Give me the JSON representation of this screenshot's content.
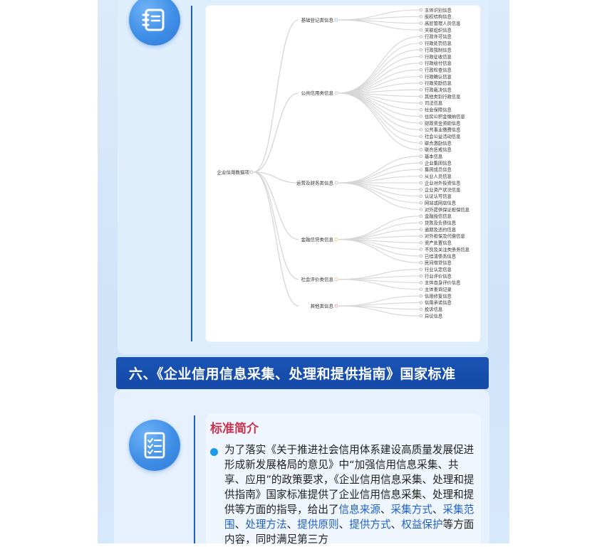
{
  "mindmap": {
    "root": "企业信用数据项",
    "branches": [
      {
        "label": "基础登记类信息",
        "items": [
          "主体识别信息",
          "股权结构信息",
          "高层管理人员信息",
          "关联组织信息"
        ]
      },
      {
        "label": "公共信用类信息",
        "items": [
          "行政许可信息",
          "行政处罚信息",
          "行政强制信息",
          "行政征收信息",
          "行政给付信息",
          "行政检查信息",
          "行政确认信息",
          "行政奖励信息",
          "行政裁决信息",
          "其他类别行政信息",
          "司法信息",
          "社会保障信息",
          "住房公积金缴纳信息",
          "财政资金资助信息",
          "公共事业缴费信息",
          "社会公益活动信息",
          "联合激励信息",
          "联合惩戒信息"
        ]
      },
      {
        "label": "运营及财务类信息",
        "items": [
          "基本信息",
          "企业集团信息",
          "集团成员信息",
          "从业人员信息",
          "企业对外投资信息",
          "企业资产状况信息",
          "认证认可信息",
          "网站或网店信息",
          "对外提供保证担保信息"
        ]
      },
      {
        "label": "金融信贷类信息",
        "items": [
          "金融授信信息",
          "贷款及负债信息",
          "逾期及违约信息",
          "对外担保及代偿信息",
          "资产处置信息",
          "不良及关注类债务信息",
          "已结清债务信息",
          "民间借贷信息"
        ]
      },
      {
        "label": "社会评价类信息",
        "items": [
          "行业认定信息",
          "行业评价信息",
          "主体自身评价信息",
          "主体查询记录"
        ]
      },
      {
        "label": "其他类信息",
        "items": [
          "信用修复信息",
          "信用承诺信息",
          "投诉信息",
          "异议信息"
        ]
      }
    ]
  },
  "banner": {
    "title": "六、《企业信用信息采集、处理和提供指南》国家标准"
  },
  "intro": {
    "title": "标准简介",
    "p1": "为了落实《关于推进社会信用体系建设高质量发展促进形成新发展格局的意见》中“加强信用信息采集、共享、应用”的政策要求，《企业信用信息采集、处理和提供指南》国家标准提供了企业信用信息采集、处理和提供等方面的指导，给出了",
    "h1": "信息来源",
    "s1": "、",
    "h2": "采集方式",
    "s2": "、",
    "h3": "采集范围",
    "s3": "、",
    "h4": "处理方法",
    "s4": "、",
    "h5": "提供原则",
    "s5": "、",
    "h6": "提供方式",
    "s6": "、",
    "h7": "权益保护",
    "p2": "等方面内容，同时满足第三方"
  },
  "colors": {
    "banner": "#1a54b5",
    "accent_red": "#c8324f",
    "highlight_blue": "#1f5fcc",
    "circle": "#3f8ee6"
  }
}
